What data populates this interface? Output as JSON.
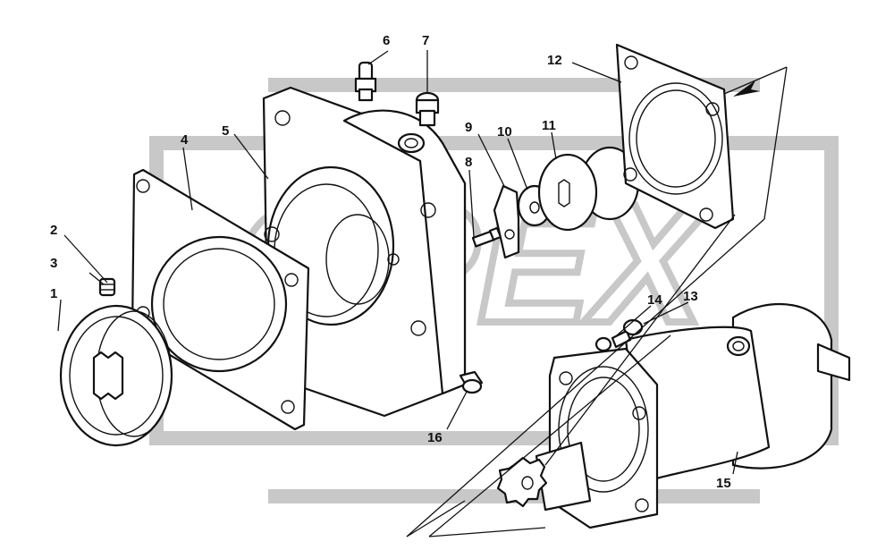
{
  "diagram": {
    "watermark_text": "ОРЕХ",
    "parts": [
      {
        "num": "1",
        "name": "gear"
      },
      {
        "num": "2",
        "name": "screw"
      },
      {
        "num": "3",
        "name": "washer"
      },
      {
        "num": "4",
        "name": "gasket"
      },
      {
        "num": "5",
        "name": "housing-flange"
      },
      {
        "num": "6",
        "name": "fitting"
      },
      {
        "num": "7",
        "name": "plug"
      },
      {
        "num": "8",
        "name": "bolt"
      },
      {
        "num": "9",
        "name": "lock-plate"
      },
      {
        "num": "10",
        "name": "washer"
      },
      {
        "num": "11",
        "name": "splined-gear"
      },
      {
        "num": "12",
        "name": "gasket"
      },
      {
        "num": "13",
        "name": "washer"
      },
      {
        "num": "14",
        "name": "bolt"
      },
      {
        "num": "15",
        "name": "hydraulic-motor"
      },
      {
        "num": "16",
        "name": "drain-plug"
      }
    ]
  }
}
